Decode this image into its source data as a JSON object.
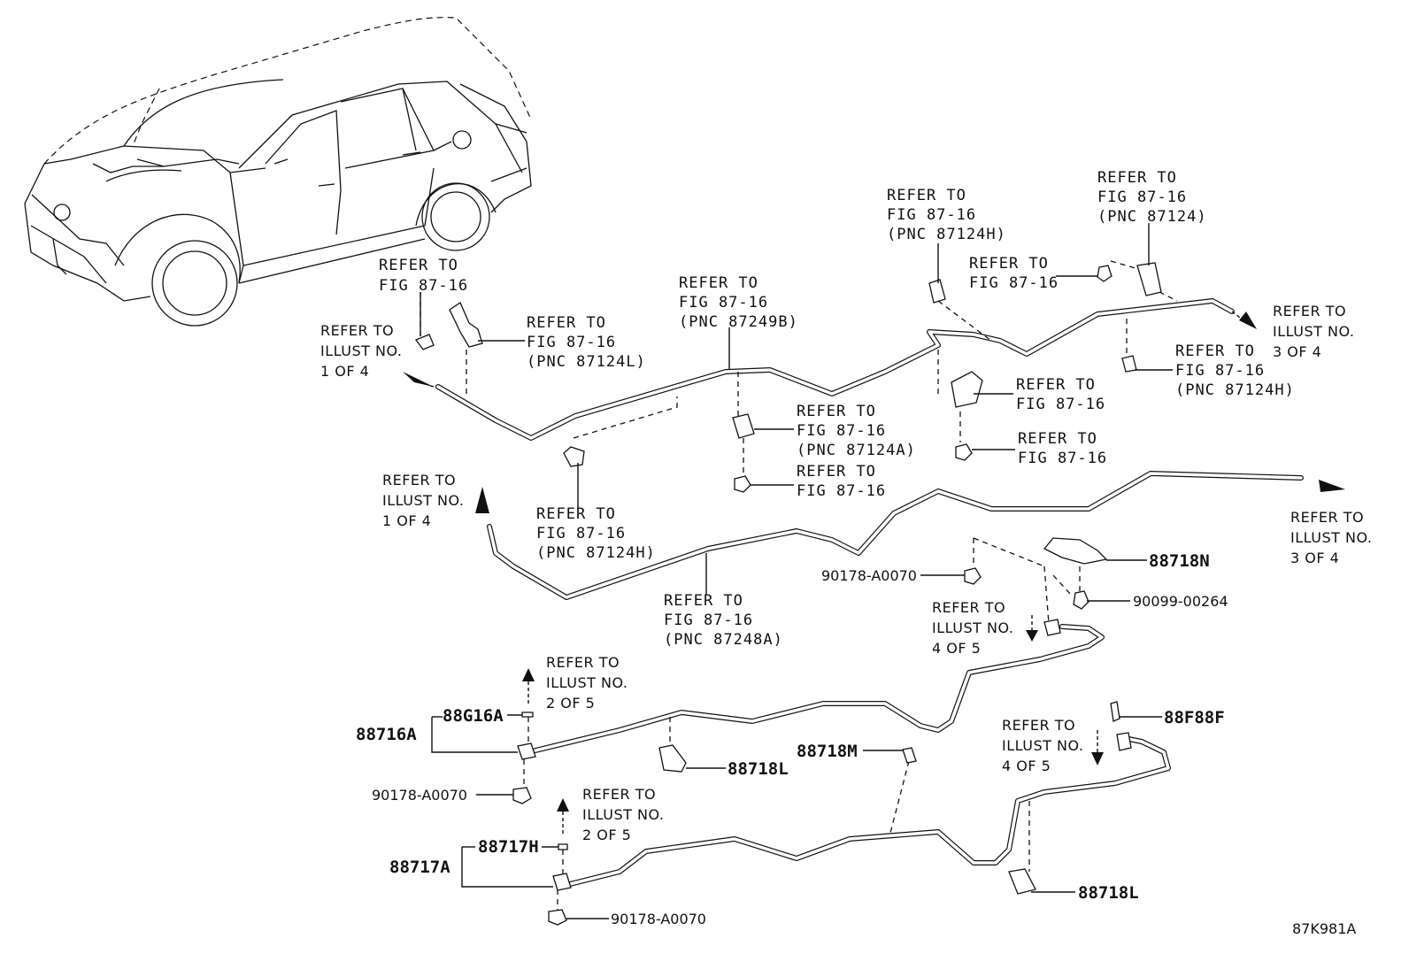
{
  "diagram_id": "87K981A",
  "refs": {
    "r1": [
      "REFER TO",
      "FIG 87-16"
    ],
    "r2": [
      "REFER TO",
      "FIG 87-16",
      "(PNC 87124L)"
    ],
    "r3": [
      "REFER TO",
      "ILLUST NO.",
      "1 OF 4"
    ],
    "r4": [
      "REFER TO",
      "FIG 87-16",
      "(PNC 87249B)"
    ],
    "r5": [
      "REFER TO",
      "FIG 87-16",
      "(PNC 87124A)"
    ],
    "r6": [
      "REFER TO",
      "FIG 87-16"
    ],
    "r7": [
      "REFER TO",
      "FIG 87-16",
      "(PNC 87124H)"
    ],
    "r8": [
      "REFER TO",
      "FIG 87-16",
      "(PNC 87124H)"
    ],
    "r9": [
      "REFER TO",
      "FIG 87-16"
    ],
    "r10": [
      "REFER TO",
      "FIG 87-16",
      "(PNC 87124)"
    ],
    "r11": [
      "REFER TO",
      "ILLUST NO.",
      "3 OF 4"
    ],
    "r12": [
      "REFER TO",
      "FIG 87-16",
      "(PNC 87124H)"
    ],
    "r13": [
      "REFER TO",
      "FIG 87-16"
    ],
    "r14": [
      "REFER TO",
      "FIG 87-16"
    ],
    "r15": [
      "REFER TO",
      "ILLUST NO.",
      "1 OF 4"
    ],
    "r16": [
      "REFER TO",
      "FIG 87-16",
      "(PNC 87248A)"
    ],
    "r17": [
      "REFER TO",
      "ILLUST NO.",
      "3 OF 4"
    ],
    "r18": [
      "REFER TO",
      "ILLUST NO.",
      "4 OF 5"
    ],
    "r19": [
      "REFER TO",
      "ILLUST NO.",
      "2 OF 5"
    ],
    "r20": [
      "REFER TO",
      "ILLUST NO.",
      "2 OF 5"
    ],
    "r21": [
      "REFER TO",
      "ILLUST NO.",
      "4 OF 5"
    ]
  },
  "parts": {
    "p_88718N": "88718N",
    "p_90099": "90099-00264",
    "p_90178_a": "90178-A0070",
    "p_88G16A": "88G16A",
    "p_88716A": "88716A",
    "p_90178_b": "90178-A0070",
    "p_88718L_a": "88718L",
    "p_88718M": "88718M",
    "p_88F88F": "88F88F",
    "p_88717H": "88717H",
    "p_88717A": "88717A",
    "p_88718L_b": "88718L",
    "p_90178_c": "90178-A0070"
  }
}
